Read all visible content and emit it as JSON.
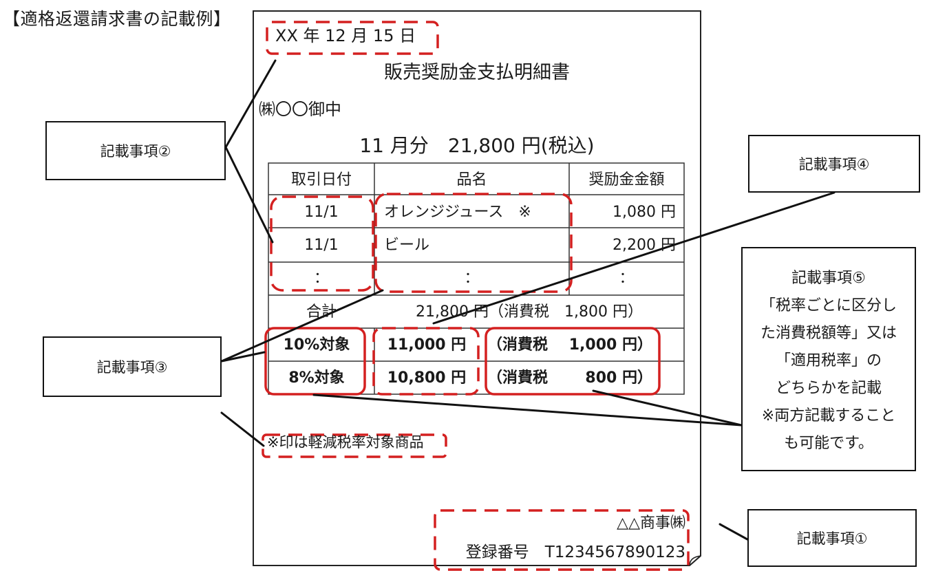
{
  "heading": "【適格返還請求書の記載例】",
  "document": {
    "date": "XX 年 12 月 15 日",
    "title": "販売奨励金支払明細書",
    "recipient": "㈱〇〇御中",
    "summary": "11 月分　21,800 円(税込)",
    "table": {
      "headers": [
        "取引日付",
        "品名",
        "奨励金金額"
      ],
      "rows": [
        {
          "date": "11/1",
          "item": "オレンジジュース　※",
          "amount": "1,080 円"
        },
        {
          "date": "11/1",
          "item": "ビール",
          "amount": "2,200 円"
        },
        {
          "date": "：",
          "item": "：",
          "amount": "："
        }
      ],
      "total_label": "合計",
      "total_value": "21,800 円（消費税　1,800 円）",
      "rate_rows": [
        {
          "label": "10%対象",
          "amount": "11,000 円",
          "tax_label": "（消費税",
          "tax_value": "1,000 円）"
        },
        {
          "label": "8%対象",
          "amount": "10,800 円",
          "tax_label": "（消費税",
          "tax_value": "800 円）"
        }
      ]
    },
    "note": "※印は軽減税率対象商品",
    "issuer": "△△商事㈱",
    "registration": "登録番号　T1234567890123"
  },
  "callouts": {
    "item1": "記載事項①",
    "item2": "記載事項②",
    "item3": "記載事項③",
    "item4": "記載事項④",
    "item5_lines": [
      "記載事項⑤",
      "「税率ごとに区分し",
      "た消費税額等」又は",
      "「適用税率」の",
      "どちらかを記載",
      "※両方記載すること",
      "も可能です。"
    ]
  },
  "colors": {
    "highlight": "#d42020",
    "ink": "#1a1a1a"
  }
}
